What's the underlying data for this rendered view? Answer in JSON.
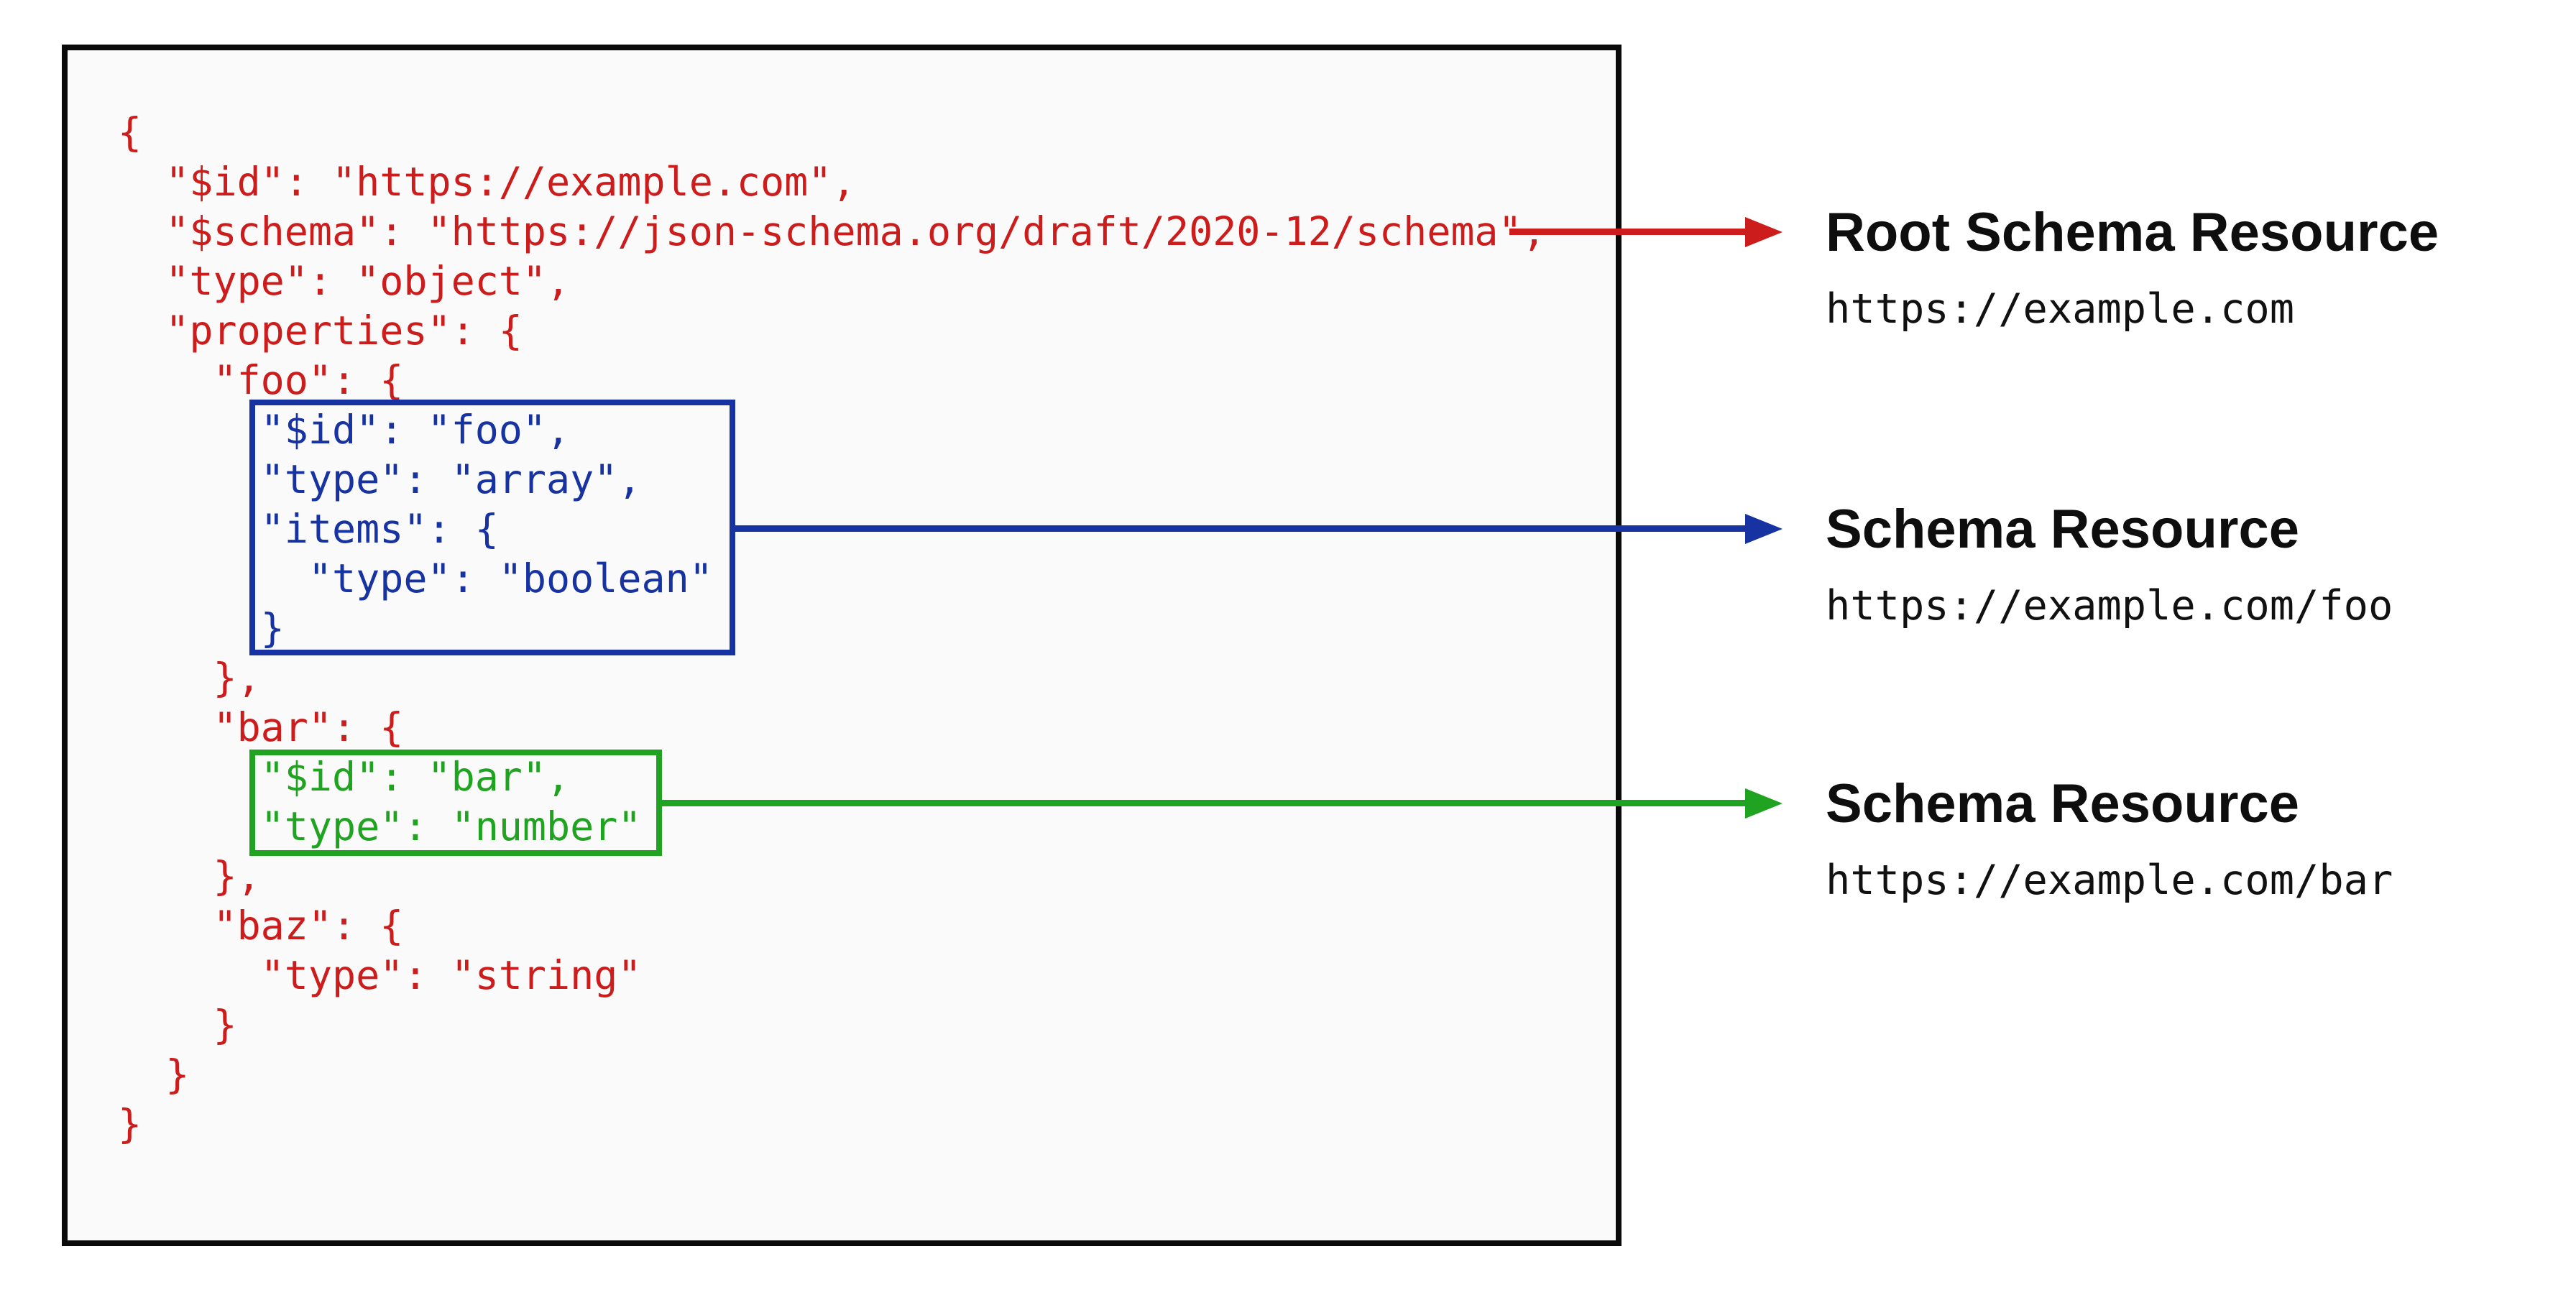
{
  "colors": {
    "root_schema": "#cc1c1c",
    "foo_schema": "#1733a2",
    "bar_schema": "#20a320",
    "panel_border": "#0a0a0a",
    "panel_background": "#fafafa"
  },
  "code_panel": {
    "lines": [
      {
        "t": "{",
        "c": "red"
      },
      {
        "t": "  \"$id\": \"https://example.com\",",
        "c": "red"
      },
      {
        "t": "  \"$schema\": \"https://json-schema.org/draft/2020-12/schema\",",
        "c": "red"
      },
      {
        "t": "  \"type\": \"object\",",
        "c": "red"
      },
      {
        "t": "  \"properties\": {",
        "c": "red"
      },
      {
        "t": "    \"foo\": {",
        "c": "red"
      },
      {
        "t": "      \"$id\": \"foo\",",
        "c": "blue"
      },
      {
        "t": "      \"type\": \"array\",",
        "c": "blue"
      },
      {
        "t": "      \"items\": {",
        "c": "blue"
      },
      {
        "t": "        \"type\": \"boolean\"",
        "c": "blue"
      },
      {
        "t": "      }",
        "c": "blue"
      },
      {
        "t": "    },",
        "c": "red"
      },
      {
        "t": "    \"bar\": {",
        "c": "red"
      },
      {
        "t": "      \"$id\": \"bar\",",
        "c": "green"
      },
      {
        "t": "      \"type\": \"number\"",
        "c": "green"
      },
      {
        "t": "    },",
        "c": "red"
      },
      {
        "t": "    \"baz\": {",
        "c": "red"
      },
      {
        "t": "      \"type\": \"string\"",
        "c": "red"
      },
      {
        "t": "    }",
        "c": "red"
      },
      {
        "t": "  }",
        "c": "red"
      },
      {
        "t": "}",
        "c": "red"
      }
    ]
  },
  "annotations": [
    {
      "title": "Root Schema Resource",
      "url": "https://example.com",
      "color": "#cc1c1c"
    },
    {
      "title": "Schema Resource",
      "url": "https://example.com/foo",
      "color": "#1733a2"
    },
    {
      "title": "Schema Resource",
      "url": "https://example.com/bar",
      "color": "#20a320"
    }
  ]
}
